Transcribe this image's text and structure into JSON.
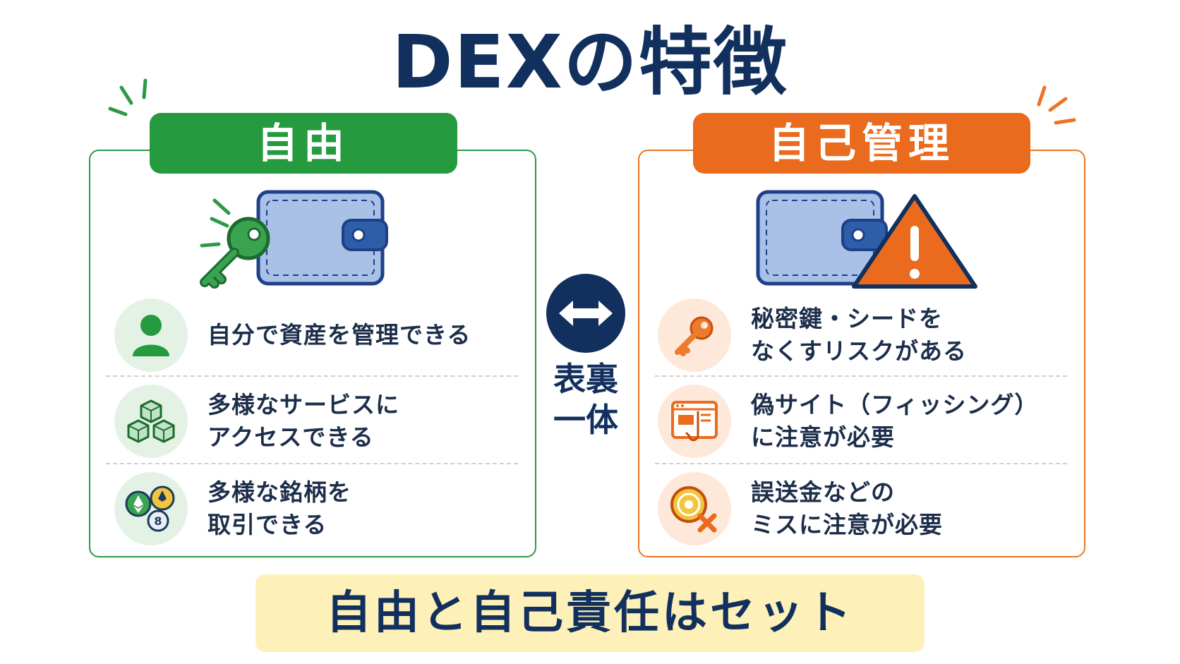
{
  "title": "DEXの特徴",
  "left_panel": {
    "tag": "自由",
    "items": [
      {
        "icon": "user-icon",
        "text": "自分で資産を管理できる"
      },
      {
        "icon": "cubes-icon",
        "text": "多様なサービスに\nアクセスできる"
      },
      {
        "icon": "coins-icon",
        "text": "多様な銘柄を\n取引できる"
      }
    ]
  },
  "right_panel": {
    "tag": "自己管理",
    "items": [
      {
        "icon": "key-icon",
        "text": "秘密鍵・シードを\nなくすリスクがある"
      },
      {
        "icon": "phishing-icon",
        "text": "偽サイト（フィッシング）\nに注意が必要"
      },
      {
        "icon": "coin-x-icon",
        "text": "誤送金などの\nミスに注意が必要"
      }
    ]
  },
  "center": {
    "icon": "double-arrow-icon",
    "label_line1": "表裏",
    "label_line2": "一体"
  },
  "bottom": {
    "text": "自由と自己責任はセット"
  },
  "colors": {
    "navy": "#12305e",
    "green": "#259a3e",
    "orange": "#ea6a1e",
    "yellow": "#fdf0b8",
    "wallet_blue": "#a9c1e6"
  }
}
